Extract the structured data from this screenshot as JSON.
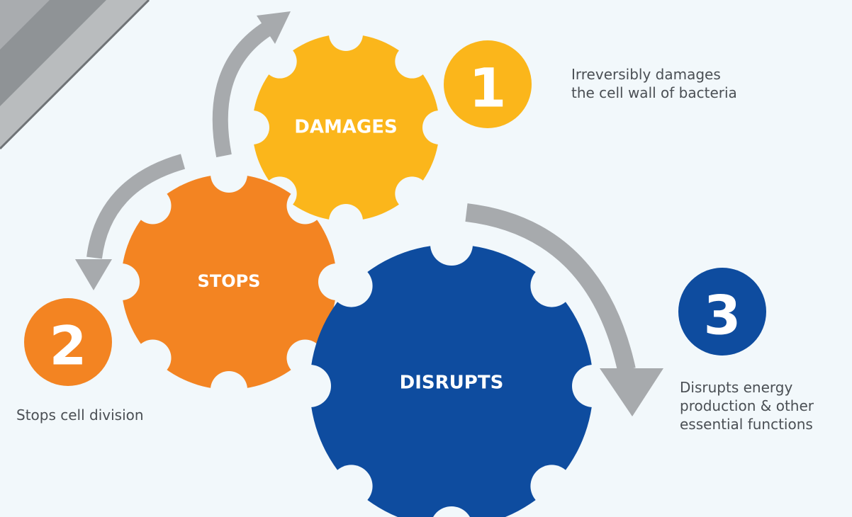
{
  "colors": {
    "background": "#f2f8fb",
    "damages": "#fbb61b",
    "stops": "#f38422",
    "disrupts": "#0e4c9f",
    "arrow": "#a7aaad",
    "text": "#4a4f54"
  },
  "steps": [
    {
      "number": "1",
      "gear_label": "DAMAGES",
      "description": "Irreversibly damages\nthe cell wall of bacteria"
    },
    {
      "number": "2",
      "gear_label": "STOPS",
      "description": "Stops cell division"
    },
    {
      "number": "3",
      "gear_label": "DISRUPTS",
      "description": "Disrupts energy\nproduction & other\nessential functions"
    }
  ]
}
